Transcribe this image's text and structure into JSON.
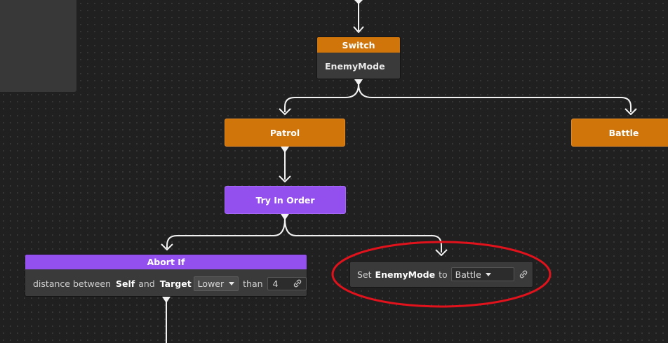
{
  "nodes": {
    "switch": {
      "title": "Switch",
      "variable": "EnemyMode"
    },
    "patrol": {
      "title": "Patrol"
    },
    "battle": {
      "title": "Battle"
    },
    "try_in_order": {
      "title": "Try In Order"
    },
    "abort_if": {
      "title": "Abort If",
      "text_distance": "distance between",
      "self_label": "Self",
      "and_label": "and",
      "target_label": "Target",
      "comparison_value": "Lower",
      "than_label": "than",
      "threshold_value": "4"
    },
    "set_variable": {
      "set_label": "Set",
      "variable": "EnemyMode",
      "to_label": "to",
      "value": "Battle"
    }
  },
  "colors": {
    "background": "#202020",
    "orange_node": "#d0750a",
    "purple_node": "#9450ee",
    "highlight_ellipse": "#e0121c"
  },
  "icons": [
    "link-icon",
    "dropdown-caret-icon",
    "arrow-down-icon"
  ]
}
